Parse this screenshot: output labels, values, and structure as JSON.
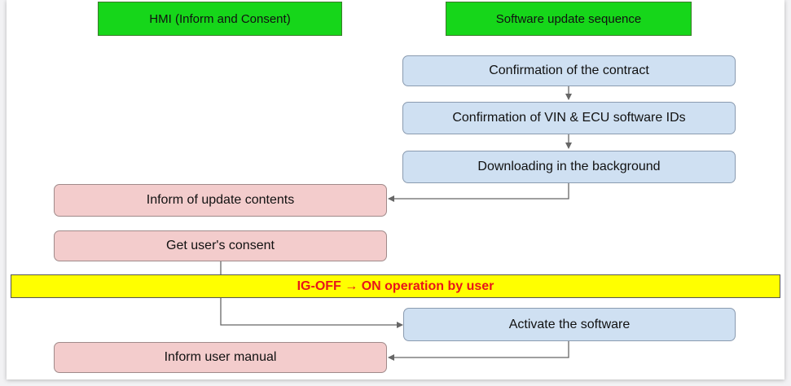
{
  "headers": {
    "hmi": "HMI (Inform and Consent)",
    "software": "Software update sequence"
  },
  "steps": {
    "confirm_contract": "Confirmation of the contract",
    "confirm_vin": "Confirmation of VIN & ECU software IDs",
    "download": "Downloading in the background",
    "activate": "Activate the software"
  },
  "hmi_steps": {
    "inform_contents": "Inform of update contents",
    "get_consent": "Get user's consent",
    "inform_manual": "Inform user manual"
  },
  "banner": "IG-OFF → ON operation by user",
  "colors": {
    "header_green": "#16d61a",
    "software_blue": "#cfe0f2",
    "hmi_pink": "#f3cccc",
    "banner_yellow": "#ffff00",
    "banner_text_red": "#e8141b",
    "connector_gray": "#666666"
  }
}
